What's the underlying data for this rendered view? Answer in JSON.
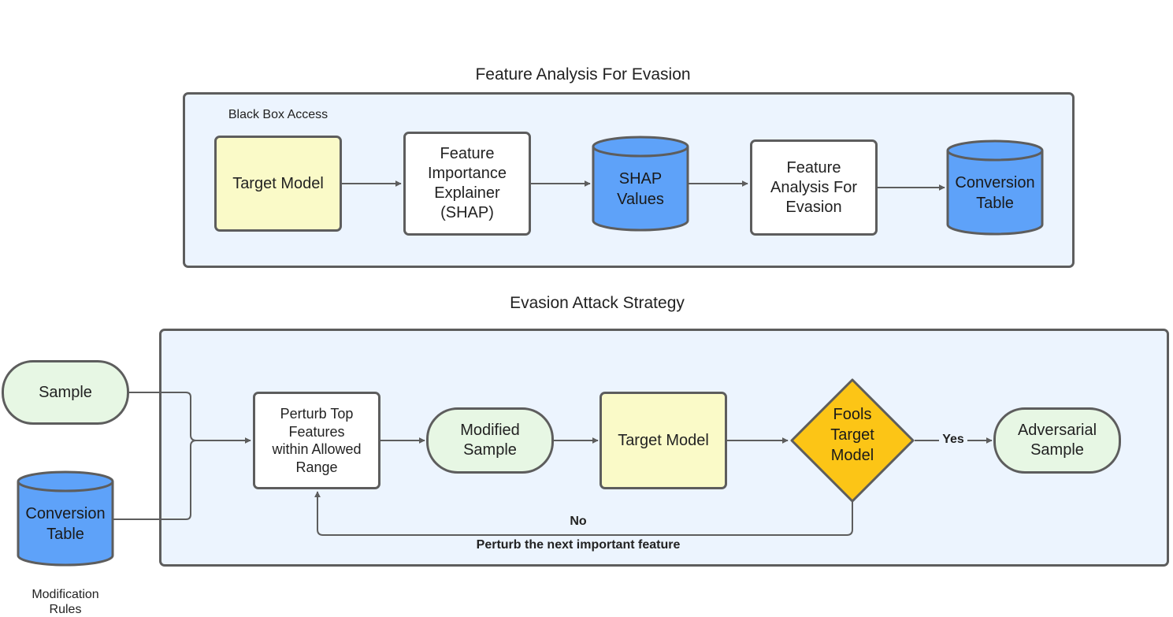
{
  "top_section": {
    "title": "Feature Analysis For Evasion",
    "panel_label": "Black Box Access",
    "target_model": "Target Model",
    "explainer": "Feature\nImportance\nExplainer\n(SHAP)",
    "shap_values": "SHAP\nValues",
    "feature_analysis": "Feature\nAnalysis For\nEvasion",
    "conversion_table": "Conversion\nTable"
  },
  "bottom_section": {
    "title": "Evasion Attack Strategy",
    "sample": "Sample",
    "conversion_table": "Conversion\nTable",
    "modification_rules": "Modification\nRules",
    "perturb": "Perturb Top\nFeatures\nwithin Allowed\nRange",
    "modified_sample": "Modified\nSample",
    "target_model": "Target Model",
    "decision": "Fools\nTarget\nModel",
    "adversarial_sample": "Adversarial\nSample",
    "yes_label": "Yes",
    "no_label": "No",
    "loop_label": "Perturb the next important feature"
  },
  "colors": {
    "panel_fill": "#ecf4fe",
    "border": "#5d5d5d",
    "cylinder_fill": "#5ea2f9",
    "model_fill": "#fafac8",
    "terminal_fill": "#e7f7e4",
    "decision_fill": "#fcc516"
  }
}
